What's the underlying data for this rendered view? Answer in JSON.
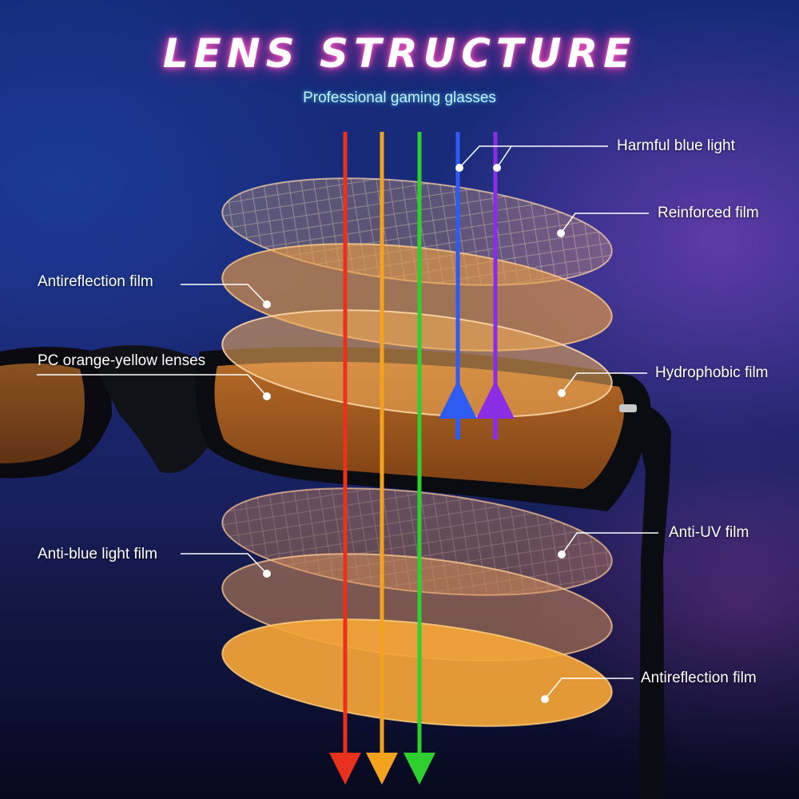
{
  "header": {
    "title": "LENS STRUCTURE",
    "subtitle": "Professional gaming glasses"
  },
  "labels": {
    "harmful_blue_light": "Harmful blue light",
    "reinforced_film": "Reinforced film",
    "antireflection_film_top": "Antireflection film",
    "pc_lenses": "PC orange-yellow lenses",
    "hydrophobic_film": "Hydrophobic film",
    "anti_uv_film": "Anti-UV film",
    "anti_blue_light_film": "Anti-blue light film",
    "antireflection_film_bottom": "Antireflection film"
  },
  "colors": {
    "ray_red": "#e8321e",
    "ray_orange": "#f4a11e",
    "ray_green": "#2fcf2f",
    "ray_blue": "#2f5cf0",
    "ray_violet": "#8a2ee6",
    "lens_orange": "#f0a040",
    "title_glow": "#e040b0"
  }
}
